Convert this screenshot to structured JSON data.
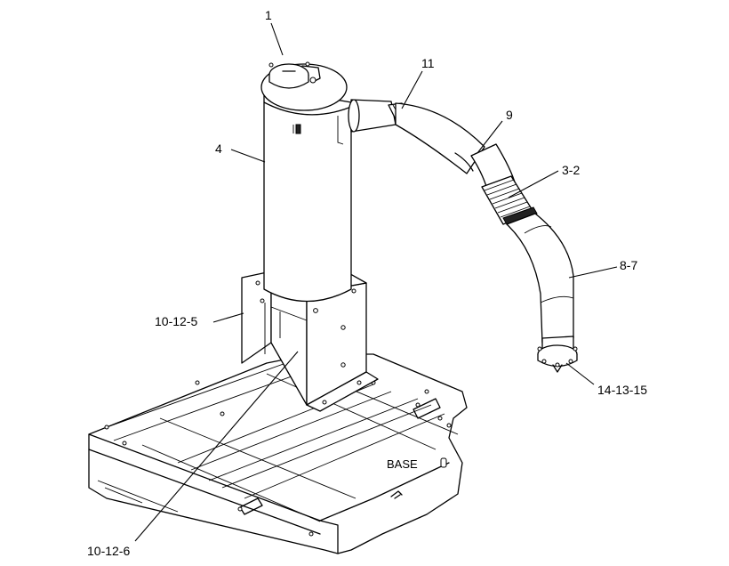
{
  "callouts": {
    "c1": "1",
    "c11": "11",
    "c9": "9",
    "c4": "4",
    "c3_2": "3-2",
    "c8_7": "8-7",
    "c10_12_5": "10-12-5",
    "c14_13_15": "14-13-15",
    "c10_12_6": "10-12-6"
  },
  "base_label": "BASE"
}
